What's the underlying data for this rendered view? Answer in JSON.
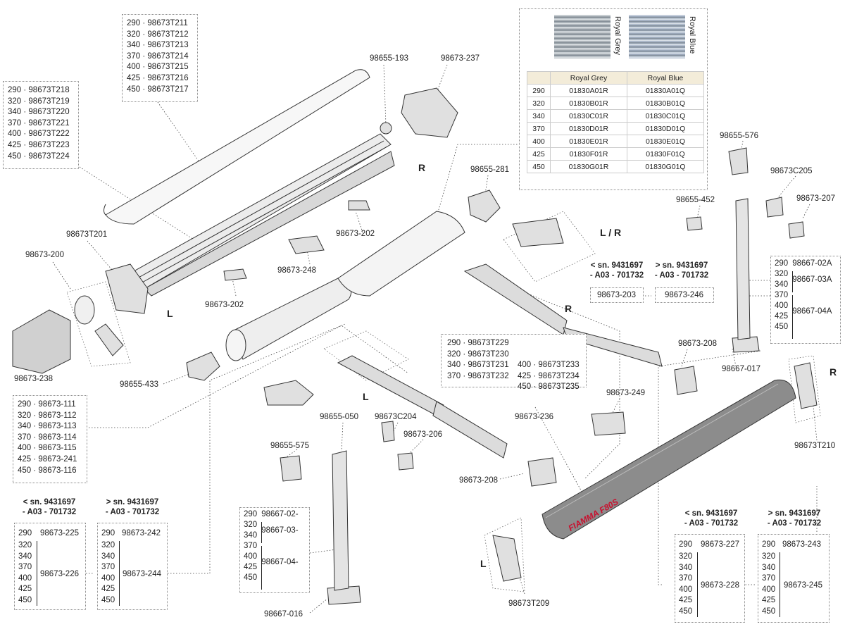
{
  "letters": {
    "R1": "R",
    "LR": "L / R",
    "L1": "L",
    "R2": "R",
    "L2": "L",
    "R3": "R",
    "L3": "L"
  },
  "parts": {
    "p98655_193": "98655-193",
    "p98673_237": "98673-237",
    "p98655_281": "98655-281",
    "p98673T201": "98673T201",
    "p98673_200": "98673-200",
    "p98673_202a": "98673-202",
    "p98673_248": "98673-248",
    "p98673_202b": "98673-202",
    "p98673_238": "98673-238",
    "p98655_433": "98655-433",
    "p98655_576": "98655-576",
    "p98673C205": "98673C205",
    "p98673_207": "98673-207",
    "p98655_452": "98655-452",
    "p98667_017": "98667-017",
    "p98673_208a": "98673-208",
    "p98673_249": "98673-249",
    "p98673_236": "98673-236",
    "p98673T210": "98673T210",
    "p98655_050": "98655-050",
    "p98673C204": "98673C204",
    "p98673_206": "98673-206",
    "p98655_575": "98655-575",
    "p98673_208b": "98673-208",
    "p98667_016": "98667-016",
    "p98673T209": "98673T209"
  },
  "lists": {
    "cover_top": "290 · 98673T211\n320 · 98673T212\n340 · 98673T213\n370 · 98673T214\n400 · 98673T215\n425 · 98673T216\n450 · 98673T217",
    "profile_left": "290 · 98673T218\n320 · 98673T219\n340 · 98673T220\n370 · 98673T221\n400 · 98673T222\n425 · 98673T223\n450 · 98673T224",
    "roller": "290 · 98673-111\n320 · 98673-112\n340 · 98673-113\n370 · 98673-114\n400 · 98673-115\n425 · 98673-241\n450 · 98673-116",
    "front_a": "290 · 98673T229\n320 · 98673T230\n340 · 98673T231\n370 · 98673T232",
    "front_b": "400 · 98673T233\n425 · 98673T234\n450 · 98673T235"
  },
  "serial": {
    "lt": "< sn. 9431697\n- A03 - 701732",
    "gt": "> sn. 9431697\n- A03 - 701732"
  },
  "arm_codes": {
    "left": "98673-203",
    "right": "98673-246"
  },
  "fabric": {
    "swatch_labels": [
      "Royal Grey",
      "Royal Blue"
    ],
    "headers": [
      "",
      "Royal Grey",
      "Royal Blue"
    ],
    "rows": [
      [
        "290",
        "01830A01R",
        "01830A01Q"
      ],
      [
        "320",
        "01830B01R",
        "01830B01Q"
      ],
      [
        "340",
        "01830C01R",
        "01830C01Q"
      ],
      [
        "370",
        "01830D01R",
        "01830D01Q"
      ],
      [
        "400",
        "01830E01R",
        "01830E01Q"
      ],
      [
        "425",
        "01830F01R",
        "01830F01Q"
      ],
      [
        "450",
        "01830G01R",
        "01830G01Q"
      ]
    ],
    "colors": {
      "grey": "#a9b0b6",
      "blue": "#a5b3c8"
    }
  },
  "sizes": [
    "290",
    "320",
    "340",
    "370",
    "400",
    "425",
    "450"
  ],
  "legs_right": {
    "a": "98667-02A",
    "b": "98667-03A",
    "c": "98667-04A"
  },
  "legs_left": {
    "a": "98667-02-",
    "b": "98667-03-",
    "c": "98667-04-"
  },
  "bottom_left": {
    "a1": "98673-225",
    "a2": "98673-226",
    "b1": "98673-242",
    "b2": "98673-244"
  },
  "bottom_right": {
    "a1": "98673-227",
    "a2": "98673-228",
    "b1": "98673-243",
    "b2": "98673-245"
  },
  "brand": {
    "logo": "FIAMMA F80S",
    "color": "#c8102e"
  }
}
